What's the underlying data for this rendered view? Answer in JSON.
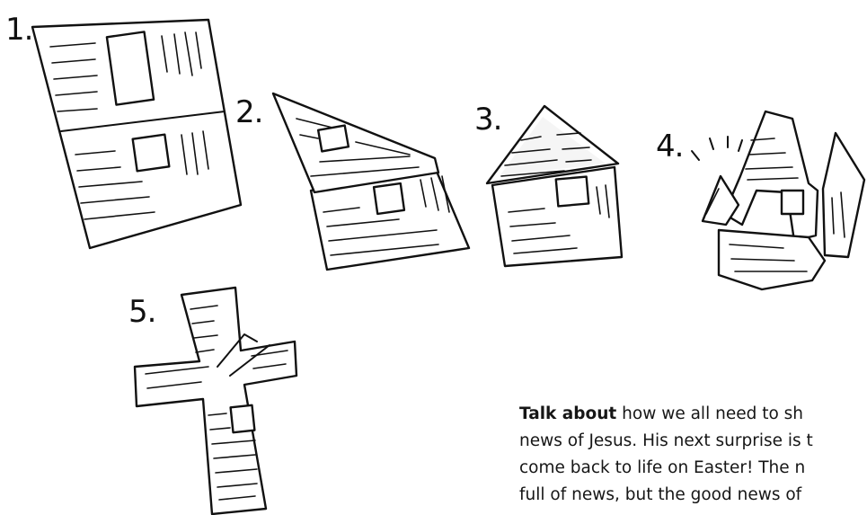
{
  "steps": [
    {
      "label": "1.",
      "illustration": "newspaper-unfolded"
    },
    {
      "label": "2.",
      "illustration": "newspaper-corner-folded"
    },
    {
      "label": "3.",
      "illustration": "newspaper-house-shape"
    },
    {
      "label": "4.",
      "illustration": "newspaper-torn"
    },
    {
      "label": "5.",
      "illustration": "newspaper-cross"
    }
  ],
  "caption": {
    "lead": "Talk about",
    "line1_rest": " how we all need to sh",
    "line2": "news of Jesus. His next surprise is t",
    "line3": "come back to life on Easter! The n",
    "line4": "full of news, but the good news of"
  },
  "colors": {
    "ink": "#111111",
    "paper": "#ffffff"
  }
}
